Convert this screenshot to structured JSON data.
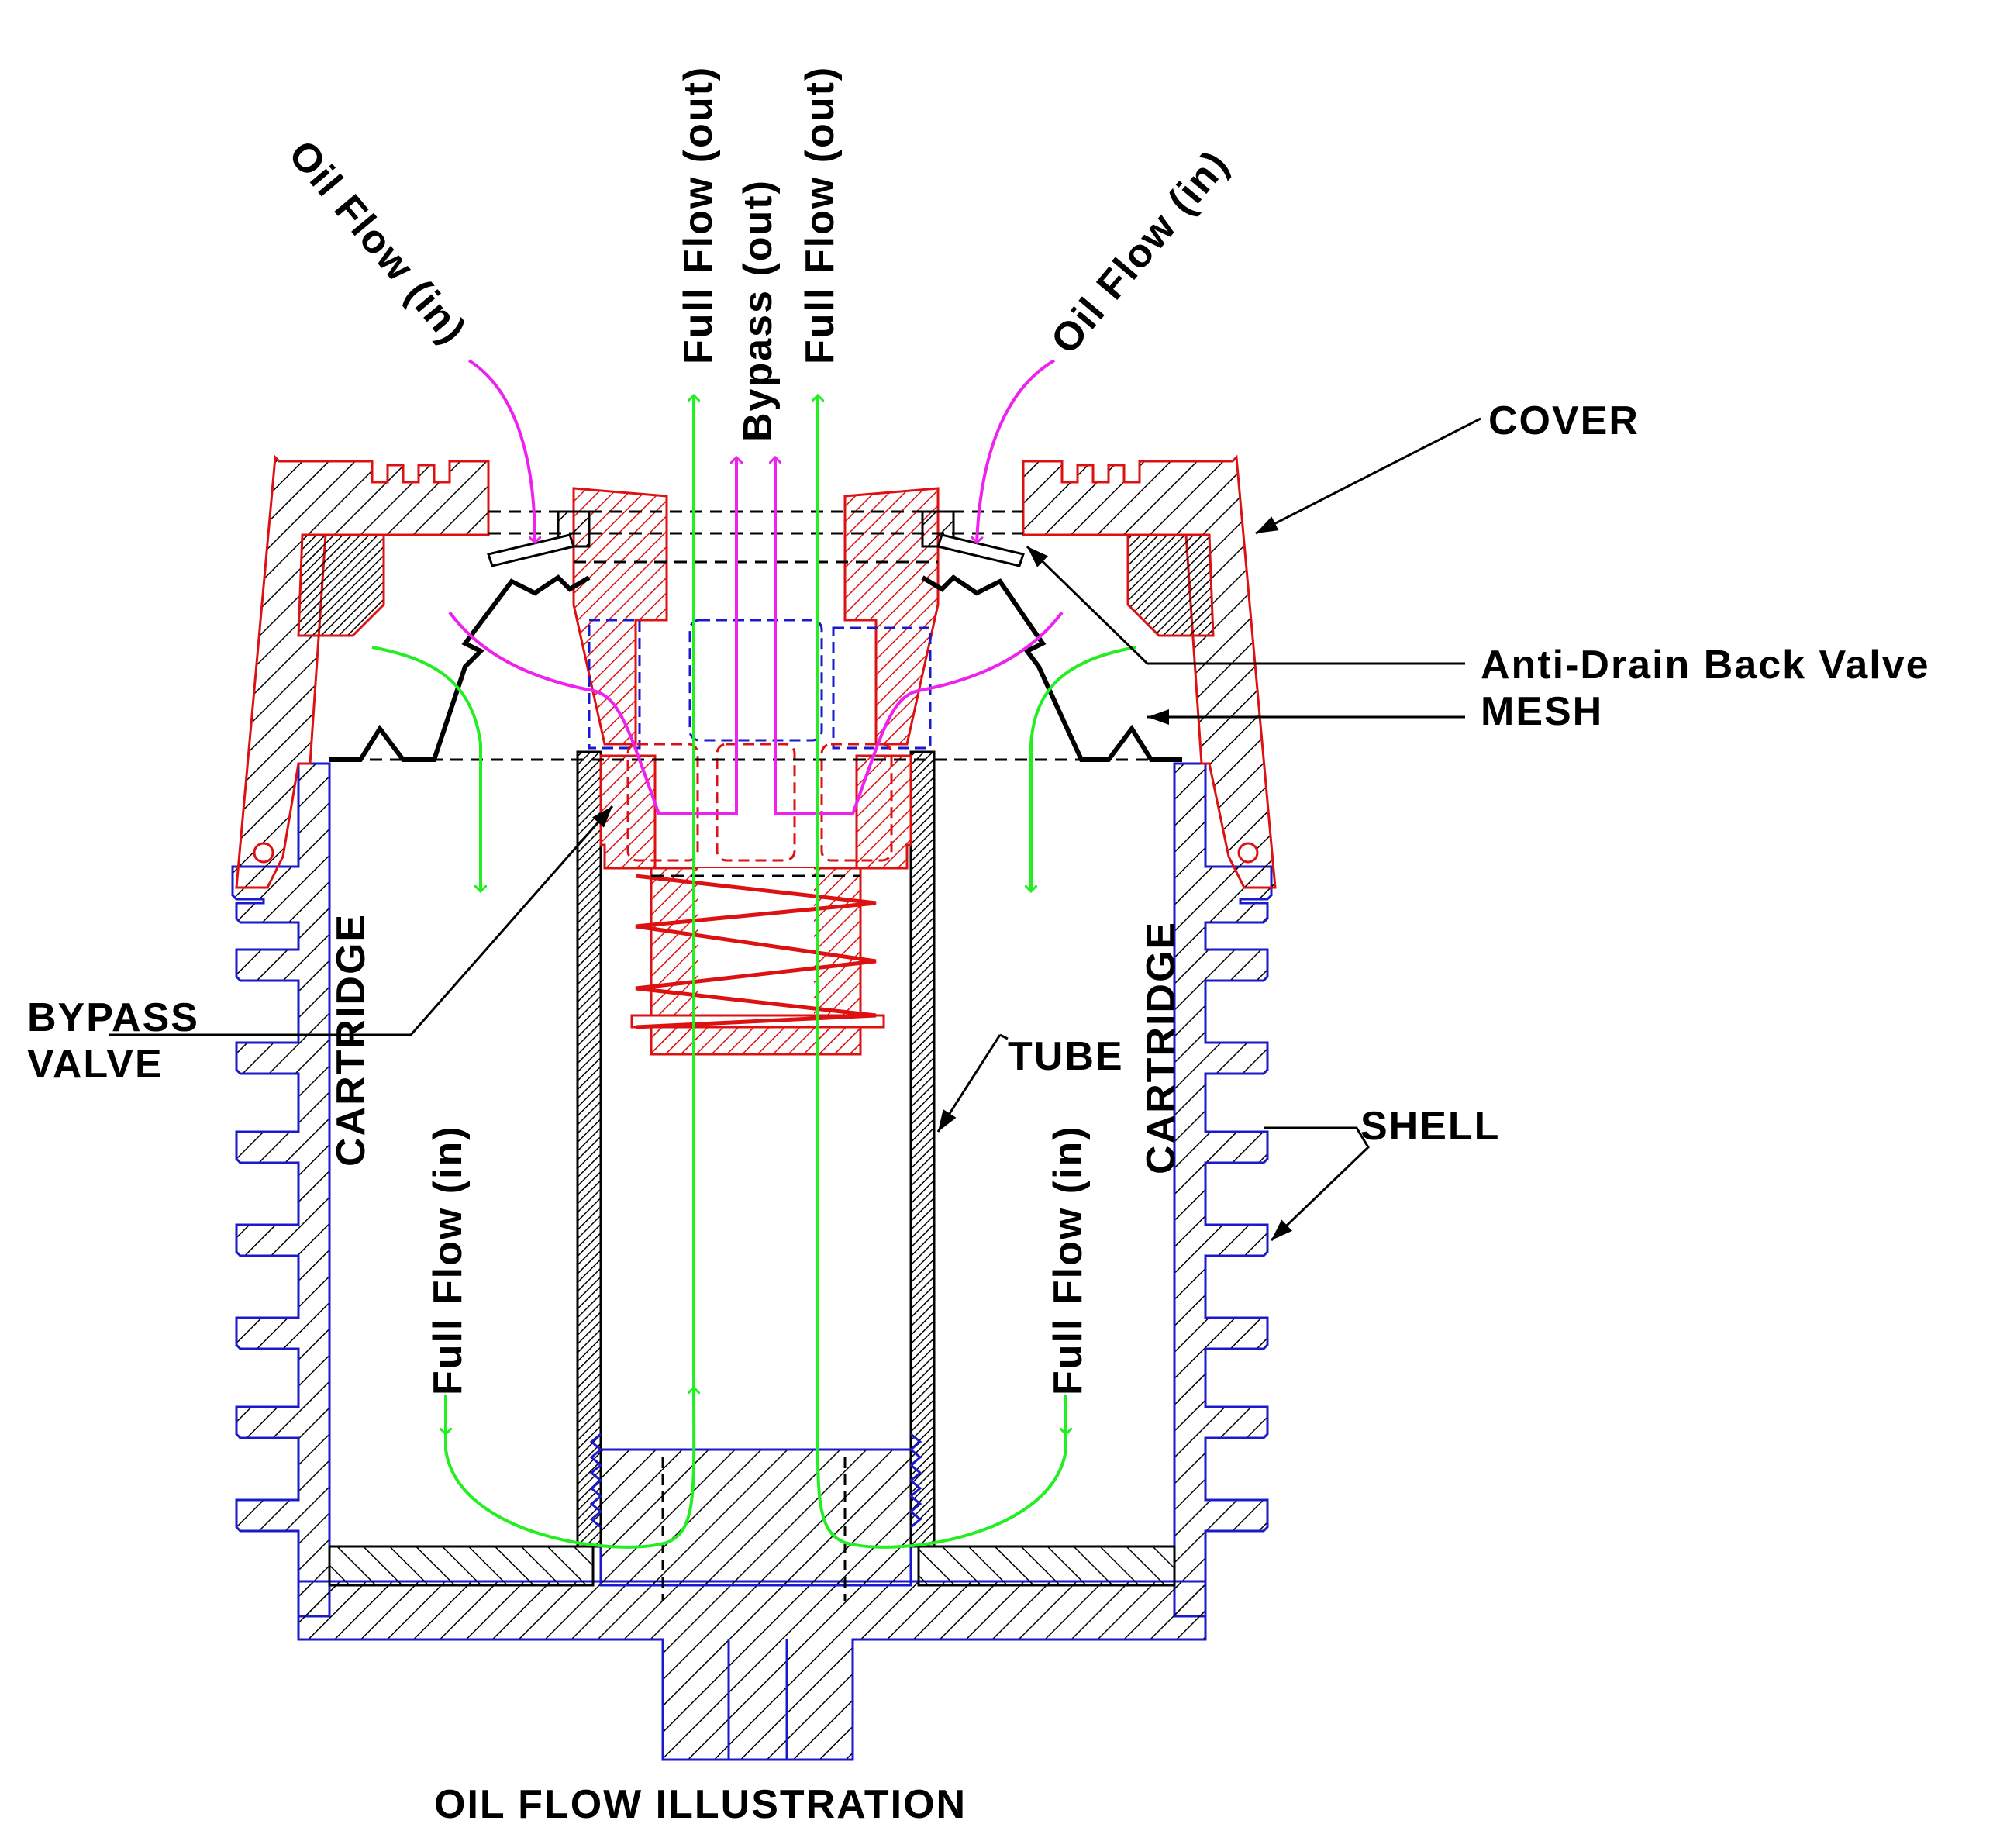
{
  "title": "OIL FLOW ILLUSTRATION",
  "labels": {
    "oil_flow_in_left": "Oil Flow (in)",
    "oil_flow_in_right": "Oil Flow (in)",
    "full_flow_out_left": "Full Flow (out)",
    "bypass_out": "Bypass (out)",
    "full_flow_out_right": "Full Flow (out)",
    "cover": "COVER",
    "anti_drain_back_valve": "Anti-Drain Back Valve",
    "mesh": "MESH",
    "bypass_valve_line1": "BYPASS",
    "bypass_valve_line2": "VALVE",
    "tube": "TUBE",
    "shell": "SHELL",
    "cartridge_left": "CARTRIDGE",
    "cartridge_right": "CARTRIDGE",
    "full_flow_in_left": "Full Flow (in)",
    "full_flow_in_right": "Full Flow (in)"
  },
  "colors": {
    "shell": "#1a1acc",
    "cover": "#dd1111",
    "full_flow": "#22ee22",
    "oil_in": "#ee22ee",
    "leader": "#000000",
    "hatch": "#000000"
  }
}
